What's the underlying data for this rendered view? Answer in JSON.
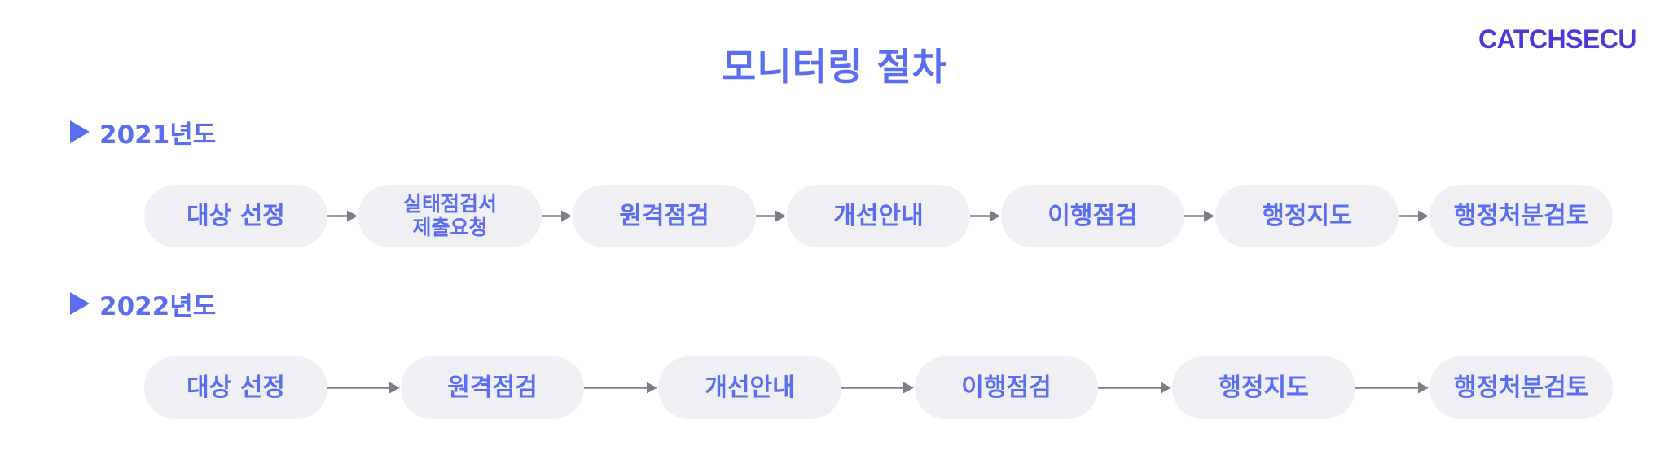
{
  "title": "모니터링 절차",
  "logo": "CATCHSECU",
  "sections": [
    {
      "label": "2021년도",
      "steps": [
        "대상 선정",
        "실태점검서\n제출요청",
        "원격점검",
        "개선안내",
        "이행점검",
        "행정지도",
        "행정처분검토"
      ]
    },
    {
      "label": "2022년도",
      "steps": [
        "대상 선정",
        "원격점검",
        "개선안내",
        "이행점검",
        "행정지도",
        "행정처분검토"
      ]
    }
  ],
  "colors": {
    "accent": "#5b6ef0",
    "logo": "#4a3ad6",
    "node_bg": "#f0f0f4",
    "arrow": "#7d7d88"
  }
}
